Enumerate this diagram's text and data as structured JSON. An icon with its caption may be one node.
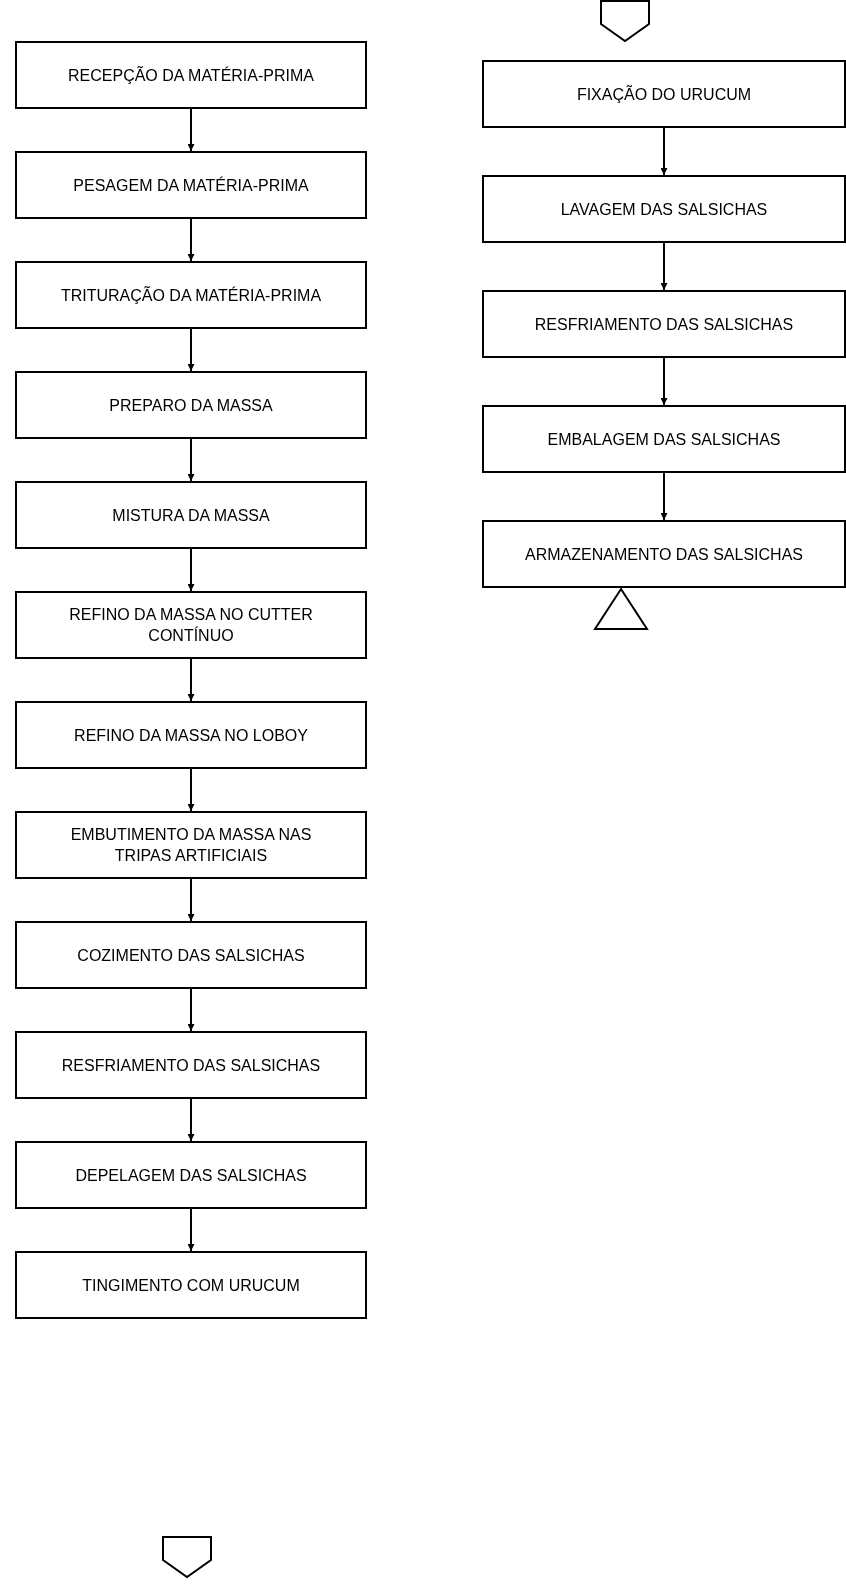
{
  "diagram": {
    "nodes": [
      {
        "text": [
          "RECEPÇÃO DA MATÉRIA-PRIMA"
        ]
      },
      {
        "text": [
          "PESAGEM DA MATÉRIA-PRIMA"
        ]
      },
      {
        "text": [
          "TRITURAÇÃO DA MATÉRIA-PRIMA"
        ]
      },
      {
        "text": [
          "PREPARO DA MASSA"
        ]
      },
      {
        "text": [
          "MISTURA DA MASSA"
        ]
      },
      {
        "text": [
          "REFINO DA MASSA NO CUTTER CONTÍNUO"
        ]
      },
      {
        "text": [
          "REFINO DA MASSA NO LOBOY"
        ]
      },
      {
        "text": [
          "EMBUTIMENTO DA MASSA NAS TRIPAS ARTIFICIAIS"
        ]
      },
      {
        "text": [
          "COZIMENTO DAS SALSICHAS"
        ]
      },
      {
        "text": [
          "RESFRIAMENTO DAS SALSICHAS"
        ]
      },
      {
        "text": [
          "DEPELAGEM DAS SALSICHAS"
        ]
      },
      {
        "text": [
          "TINGIMENTO COM URUCUM"
        ]
      },
      {
        "text": [],
        "shape": "pentagon"
      },
      {
        "text": [],
        "shape": "pentagon"
      },
      {
        "text": [
          "FIXAÇÃO DO URUCUM"
        ]
      },
      {
        "text": [
          "LAVAGEM DAS SALSICHAS"
        ]
      },
      {
        "text": [
          "RESFRIAMENTO DAS SALSICHAS"
        ]
      },
      {
        "text": [
          "EMBALAGEM DAS SALSICHAS"
        ]
      },
      {
        "text": [
          "ARMAZENAMENTO DAS SALSICHAS"
        ]
      },
      {
        "text": [],
        "shape": "triangle"
      }
    ],
    "edges": [
      {
        "from": 0,
        "to": 1,
        "arrow": "to"
      },
      {
        "from": 1,
        "to": 2,
        "arrow": "to"
      },
      {
        "from": 2,
        "to": 3,
        "arrow": "to"
      },
      {
        "from": 3,
        "to": 4,
        "arrow": "to"
      },
      {
        "from": 4,
        "to": 5,
        "arrow": "to"
      },
      {
        "from": 5,
        "to": 6,
        "arrow": "to"
      },
      {
        "from": 6,
        "to": 7,
        "arrow": "to"
      },
      {
        "from": 7,
        "to": 8,
        "arrow": "to"
      },
      {
        "from": 8,
        "to": 9,
        "arrow": "to"
      },
      {
        "from": 9,
        "to": 10,
        "arrow": "to"
      },
      {
        "from": 10,
        "to": 11,
        "arrow": "to"
      },
      {
        "from": 14,
        "to": 15,
        "arrow": "to"
      },
      {
        "from": 15,
        "to": 16,
        "arrow": "to"
      },
      {
        "from": 16,
        "to": 17,
        "arrow": "to"
      },
      {
        "from": 17,
        "to": 18,
        "arrow": "to"
      }
    ]
  }
}
